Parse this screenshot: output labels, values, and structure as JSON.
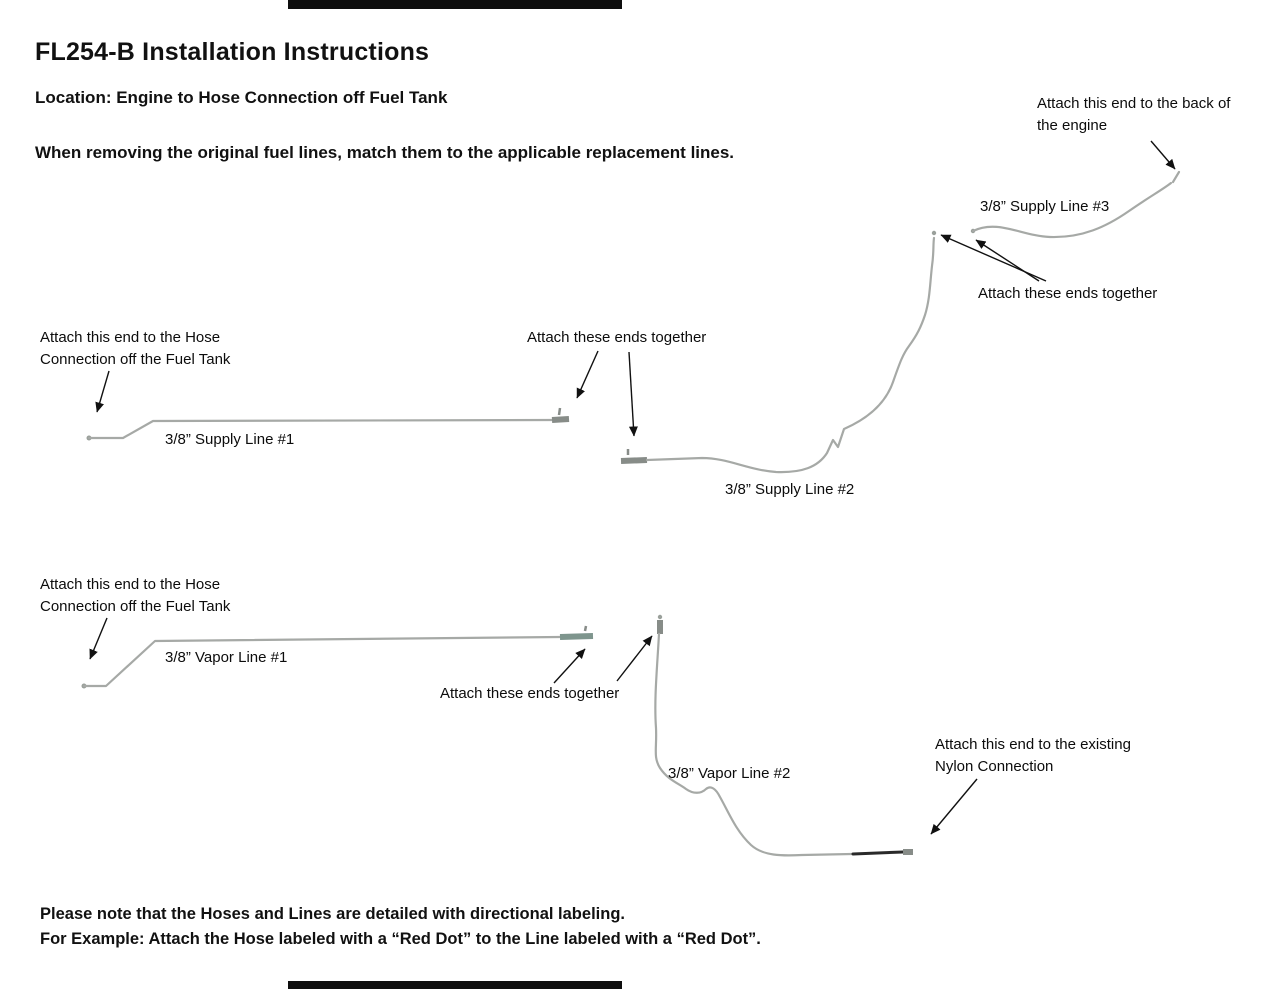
{
  "doc": {
    "title": "FL254-B Installation Instructions",
    "location": "Location: Engine to Hose Connection off Fuel Tank",
    "instruction": "When removing the original fuel lines, match them to the applicable replacement lines.",
    "note_line1": "Please note that the Hoses and Lines are detailed with directional labeling.",
    "note_line2": "For Example: Attach the Hose labeled with a “Red Dot” to the Line labeled with a “Red Dot”."
  },
  "annotations": {
    "attach_engine": "Attach this end to the back of the engine",
    "supply_line_3": "3/8” Supply Line #3",
    "ends_together_top": "Attach these ends together",
    "attach_hose_supply": "Attach this end to the Hose Connection off the Fuel Tank",
    "supply_line_1": "3/8” Supply Line #1",
    "ends_together_mid": "Attach these ends together",
    "supply_line_2": "3/8” Supply Line #2",
    "attach_hose_vapor": "Attach this end to the Hose Connection off the Fuel Tank",
    "vapor_line_1": "3/8” Vapor Line #1",
    "ends_together_bottom": "Attach these ends together",
    "vapor_line_2": "3/8” Vapor Line #2",
    "attach_nylon": "Attach this end to the existing Nylon Connection"
  },
  "colors": {
    "line_gray": "#a6a9a6",
    "fitting_gray": "#878c88",
    "fitting_green": "#7e958d",
    "arrow_black": "#111111"
  }
}
